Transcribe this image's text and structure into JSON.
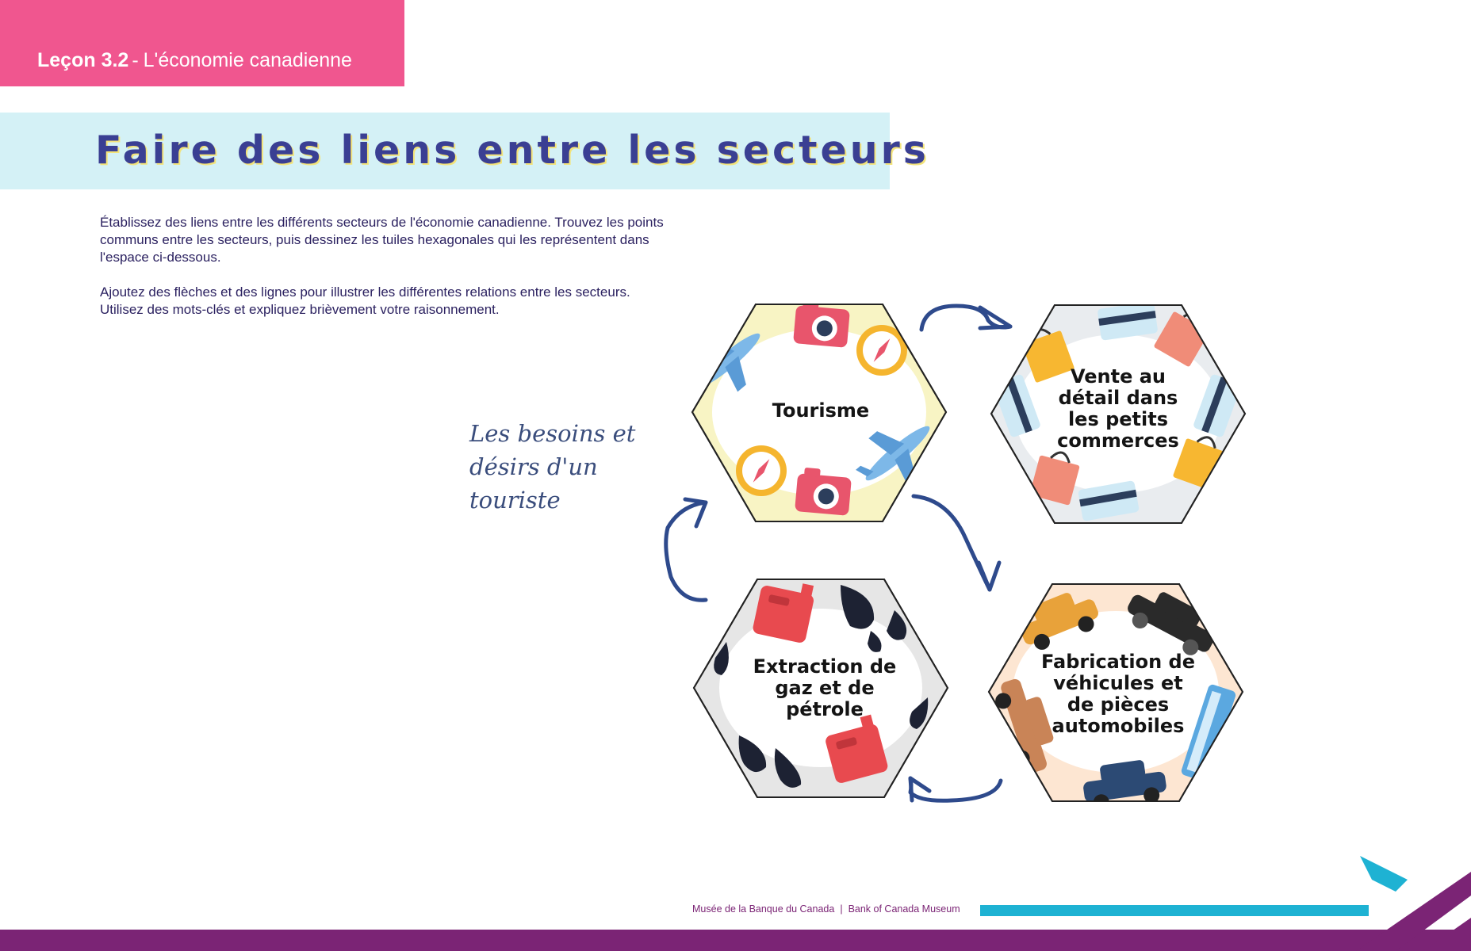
{
  "header": {
    "lesson_number": "Leçon 3.2",
    "separator": "-",
    "lesson_title": "L'économie canadienne"
  },
  "title": "Faire des liens entre les secteurs",
  "instructions": {
    "paragraph_1": "Établissez des liens entre les différents secteurs de l'économie canadienne. Trouvez les points communs entre les secteurs, puis dessinez les tuiles hexagonales qui les représentent dans l'espace ci-dessous.",
    "paragraph_2": "Ajoutez des flèches et des lignes pour illustrer les différentes relations entre les secteurs. Utilisez des mots-clés et expliquez brièvement votre raisonnement."
  },
  "annotation": "Les besoins et désirs d'un touriste",
  "tiles": [
    {
      "label": "Tourisme",
      "theme": "tourism",
      "icons": [
        "airplane-icon",
        "camera-icon",
        "compass-icon"
      ],
      "colors": {
        "bg": "#f8f4c4",
        "frame": "#ffffff"
      }
    },
    {
      "label": "Vente au\ndétail dans\nles petits\ncommerces",
      "theme": "retail",
      "icons": [
        "shopping-bag-icon",
        "credit-card-icon"
      ],
      "colors": {
        "bg": "#e9ecef",
        "frame": "#ffffff"
      }
    },
    {
      "label": "Fabrication de\nvéhicules et\nde pièces\nautomobiles",
      "theme": "automotive",
      "icons": [
        "car-icon",
        "bus-icon"
      ],
      "colors": {
        "bg": "#fde6d2",
        "frame": "#ffffff"
      }
    },
    {
      "label": "Extraction de\ngaz et de\npétrole",
      "theme": "oil-gas",
      "icons": [
        "jerry-can-icon",
        "oil-drop-icon"
      ],
      "colors": {
        "bg": "#e6e6e6",
        "frame": "#ffffff"
      }
    }
  ],
  "footer": {
    "museum_fr": "Musée de la Banque du Canada",
    "divider": "|",
    "museum_en": "Bank of Canada Museum"
  },
  "colors": {
    "pink": "#f0568f",
    "title_band": "#d4f1f6",
    "title_text": "#3a3f93",
    "arrow": "#2e4a8c",
    "purple": "#7b2475",
    "cyan": "#1eb2d3"
  }
}
